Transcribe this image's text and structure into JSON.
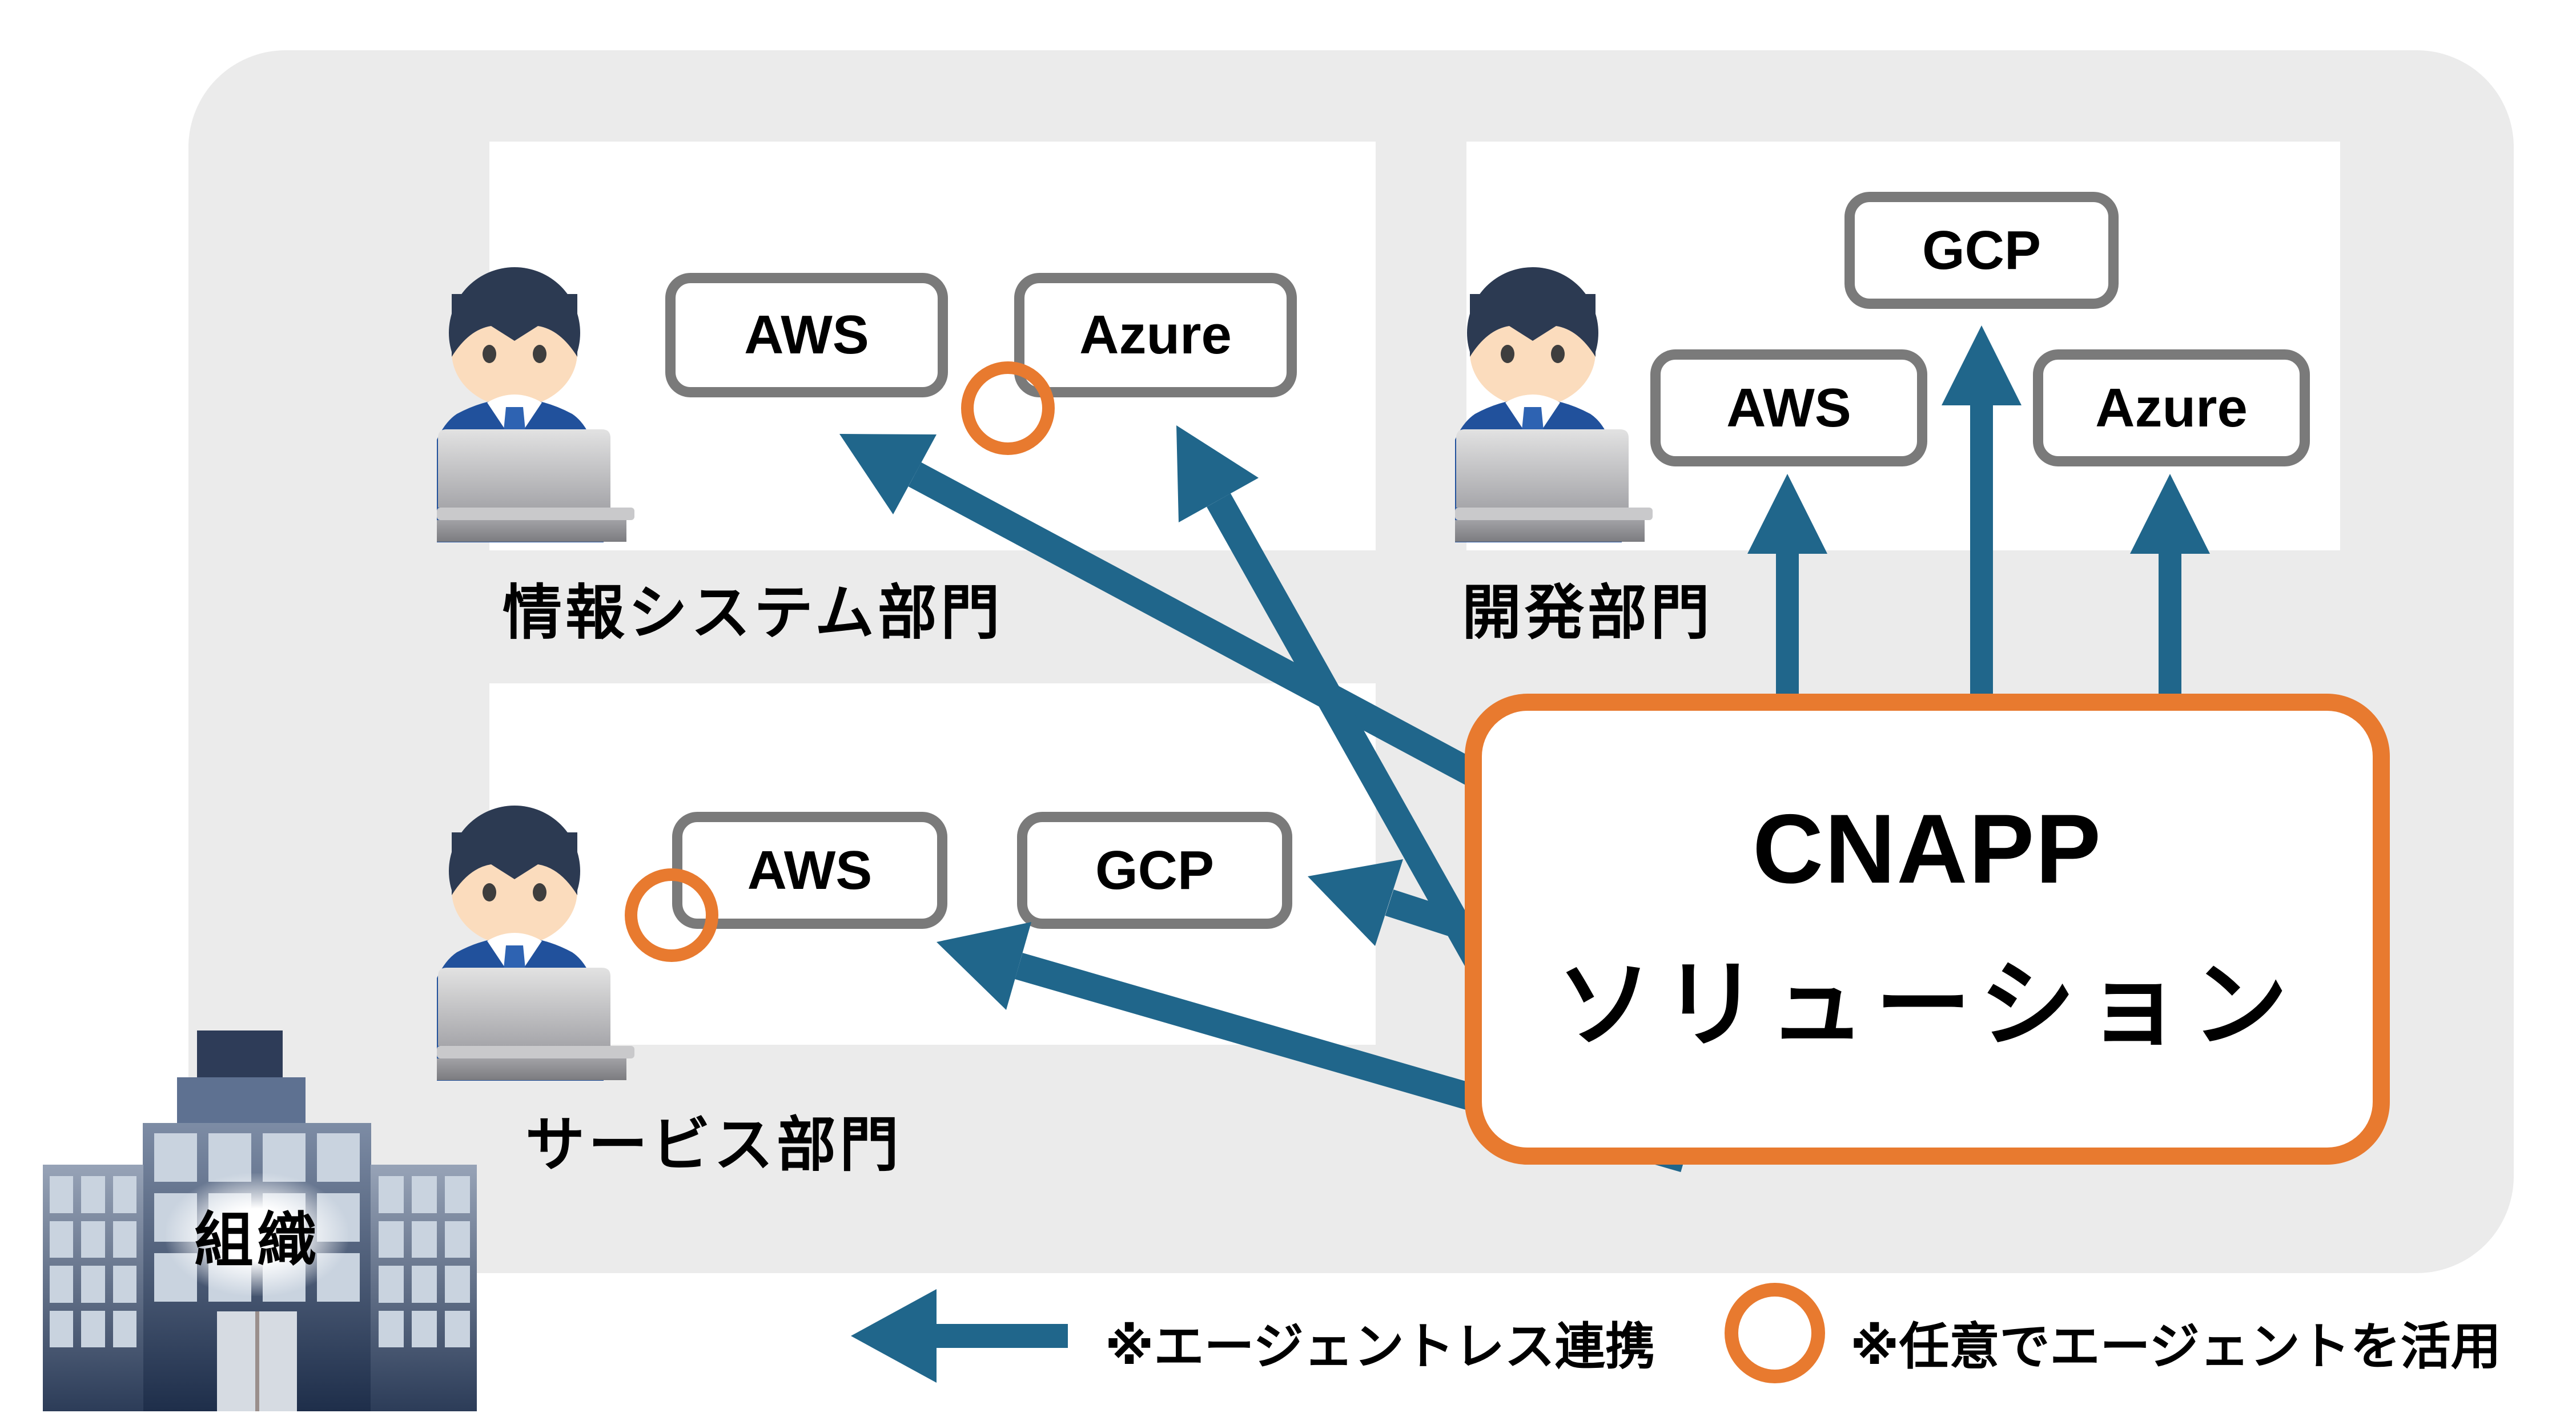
{
  "colors": {
    "arrow": "#20668B",
    "accent": "#E87A2F",
    "box-border": "#7A7A7A",
    "container-bg": "#EBEBEB",
    "text": "#000000"
  },
  "organization": {
    "label": "組織"
  },
  "departments": [
    {
      "id": "info-systems",
      "label": "情報システム部門",
      "clouds": [
        "AWS",
        "Azure"
      ]
    },
    {
      "id": "development",
      "label": "開発部門",
      "clouds": [
        "GCP",
        "AWS",
        "Azure"
      ]
    },
    {
      "id": "service",
      "label": "サービス部門",
      "clouds": [
        "AWS",
        "GCP"
      ]
    }
  ],
  "solution": {
    "line1": "CNAPP",
    "line2": "ソリューション"
  },
  "legend": {
    "agentless_label": "※エージェントレス連携",
    "agent_label": "※任意でエージェントを活用"
  },
  "connections": [
    {
      "from": "cnapp-solution",
      "to": "info-systems.AWS",
      "type": "agentless"
    },
    {
      "from": "cnapp-solution",
      "to": "info-systems.Azure",
      "type": "agentless"
    },
    {
      "from": "cnapp-solution",
      "to": "development.AWS",
      "type": "agentless"
    },
    {
      "from": "cnapp-solution",
      "to": "development.GCP",
      "type": "agentless"
    },
    {
      "from": "cnapp-solution",
      "to": "development.Azure",
      "type": "agentless"
    },
    {
      "from": "cnapp-solution",
      "to": "service.AWS",
      "type": "agentless"
    },
    {
      "from": "cnapp-solution",
      "to": "service.GCP",
      "type": "agentless"
    }
  ],
  "agent_markers": [
    {
      "department": "info-systems",
      "position": "between AWS and Azure"
    },
    {
      "department": "service",
      "position": "left of AWS"
    }
  ]
}
